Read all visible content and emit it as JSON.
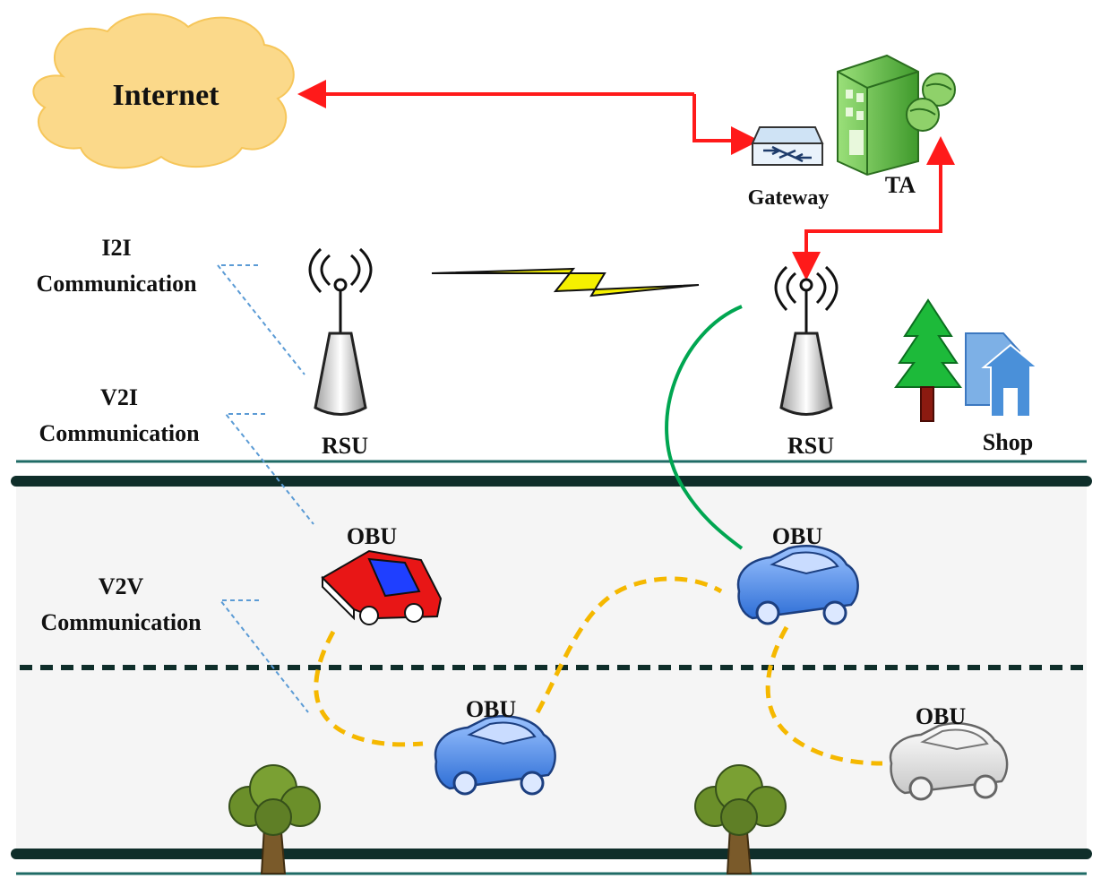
{
  "labels": {
    "internet": "Internet",
    "gateway": "Gateway",
    "ta": "TA",
    "rsu_left": "RSU",
    "rsu_right": "RSU",
    "shop": "Shop",
    "obu_red": "OBU",
    "obu_top_blue": "OBU",
    "obu_bottom_blue": "OBU",
    "obu_white": "OBU"
  },
  "legend": {
    "i2i_line1": "I2I",
    "i2i_line2": "Communication",
    "v2i_line1": "V2I",
    "v2i_line2": "Communication",
    "v2v_line1": "V2V",
    "v2v_line2": "Communication"
  },
  "colors": {
    "link_red": "#ff1a1a",
    "v2i_green": "#00a651",
    "v2v_yellow": "#f5b800",
    "i2i_lightning": "#f5f000",
    "cloud": "#fbd98a",
    "road": "#f5f5f5",
    "road_edge": "#0f2e2a",
    "pointer_blue": "#5b9bd5"
  }
}
